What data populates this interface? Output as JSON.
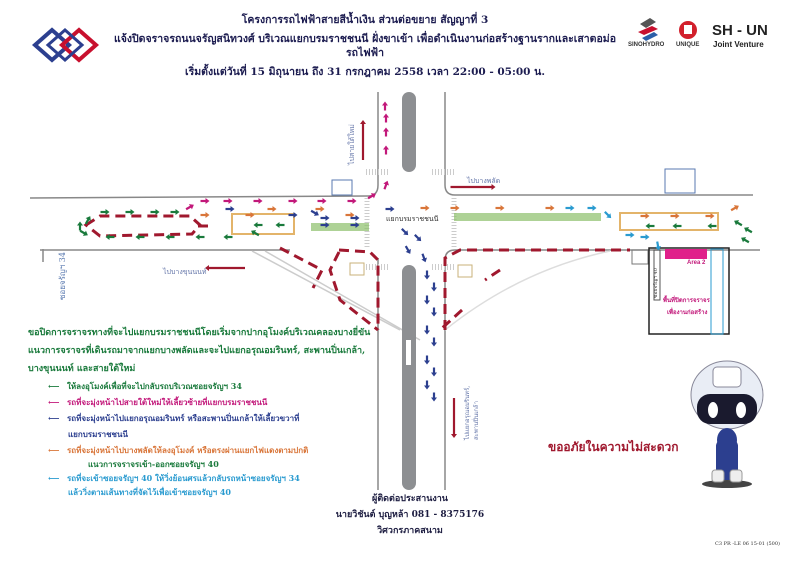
{
  "header": {
    "line1": "โครงการรถไฟฟ้าสายสีน้ำเงิน ส่วนต่อขยาย สัญญาที่ 3",
    "line2": "แจ้งปิดจราจรถนนจรัญสนิทวงศ์ บริเวณแยกบรมราชชนนี ฝั่งขาเข้า เพื่อดำเนินงานก่อสร้างฐานรากและเสาตอม่อรถไฟฟ้า",
    "line3": "เริ่มตั้งแต่วันที่ 15 มิถุนายน ถึง 31 กรกฎาคม 2558 เวลา 22:00 - 05:00 น."
  },
  "logos": {
    "sinohydro": "SINOHYDRO",
    "unique": "UNIQUE",
    "jv_title": "SH - UN",
    "jv_sub": "Joint Venture"
  },
  "map_labels": {
    "to_sai_tai_mai": "ไปสายใต้ใหม่",
    "to_bang_phlat": "ไปบางพลัด",
    "to_bang_khun_non": "ไปบางขุนนนท์",
    "soi_34": "ซอยจรัญฯ 34",
    "soi_40": "ซอยจรัญฯ 40",
    "intersection": "แยกบรมราชชนนี",
    "to_arun": "ไปแยกอรุณอมรินทร์,",
    "to_pinklao": "สะพานปิ่นเกล้า",
    "closed_area_1": "พื้นที่ปิดการจราจร",
    "closed_area_2": "เพื่องานก่อสร้าง",
    "area": "Area 2"
  },
  "notice": {
    "line1": "ขอปิดการจราจรทางที่จะไปแยกบรมราชชนนีโดยเริ่มจากปากอุโมงค์บริเวณคลองบางยี่ขัน",
    "line2": "แนวการจราจรที่เดินรถมาจากแยกบางพลัดและจะไปแยกอรุณอมรินทร์, สะพานปิ่นเกล้า,",
    "line3": "บางขุนนนท์ และสายใต้ใหม่"
  },
  "legend": [
    {
      "text": "ให้ลงอุโมงค์เพื่อที่จะไปกลับรถบริเวณซอยจรัญฯ 34",
      "color": "#1a7a3c"
    },
    {
      "text": "รถที่จะมุ่งหน้าไปสายใต้ใหม่ให้เลี้ยวซ้ายที่แยกบรมราชชนนี",
      "color": "#c2187a"
    },
    {
      "text": "รถที่จะมุ่งหน้าไปแยกอรุณอมรินทร์ หรือสะพานปิ่นเกล้าให้เลี้ยวขวาที่",
      "cont": "แยกบรมราชชนนี",
      "color": "#2c3f8f"
    },
    {
      "text": "รถที่จะมุ่งหน้าไปบางพลัดให้ลงอุโมงค์ หรือตรงผ่านแยกไฟแดงตามปกติ",
      "color": "#d9763a"
    }
  ],
  "soi40_heading": "แนวการจราจรเข้า-ออกซอยจรัญฯ 40",
  "soi40_item": {
    "text": "รถที่จะเข้าซอยจรัญฯ 40 ให้วิ่งย้อนศรแล้วกลับรถหน้าซอยจรัญฯ 34",
    "cont": "แล้ววิ่งตามเส้นทางที่จัดไว้เพื่อเข้าซอยจรัญฯ 40",
    "color": "#2a9bd0"
  },
  "apology": "ขออภัยในความไม่สะดวก",
  "contact": {
    "heading": "ผู้ติดต่อประสานงาน",
    "name": "นายวิชันต์ บุญหล้า 081 - 8375176",
    "role": "วิศวกรภาคสนาม"
  },
  "doc_code": "C3 PR -LE 06 15-01 (500)"
}
